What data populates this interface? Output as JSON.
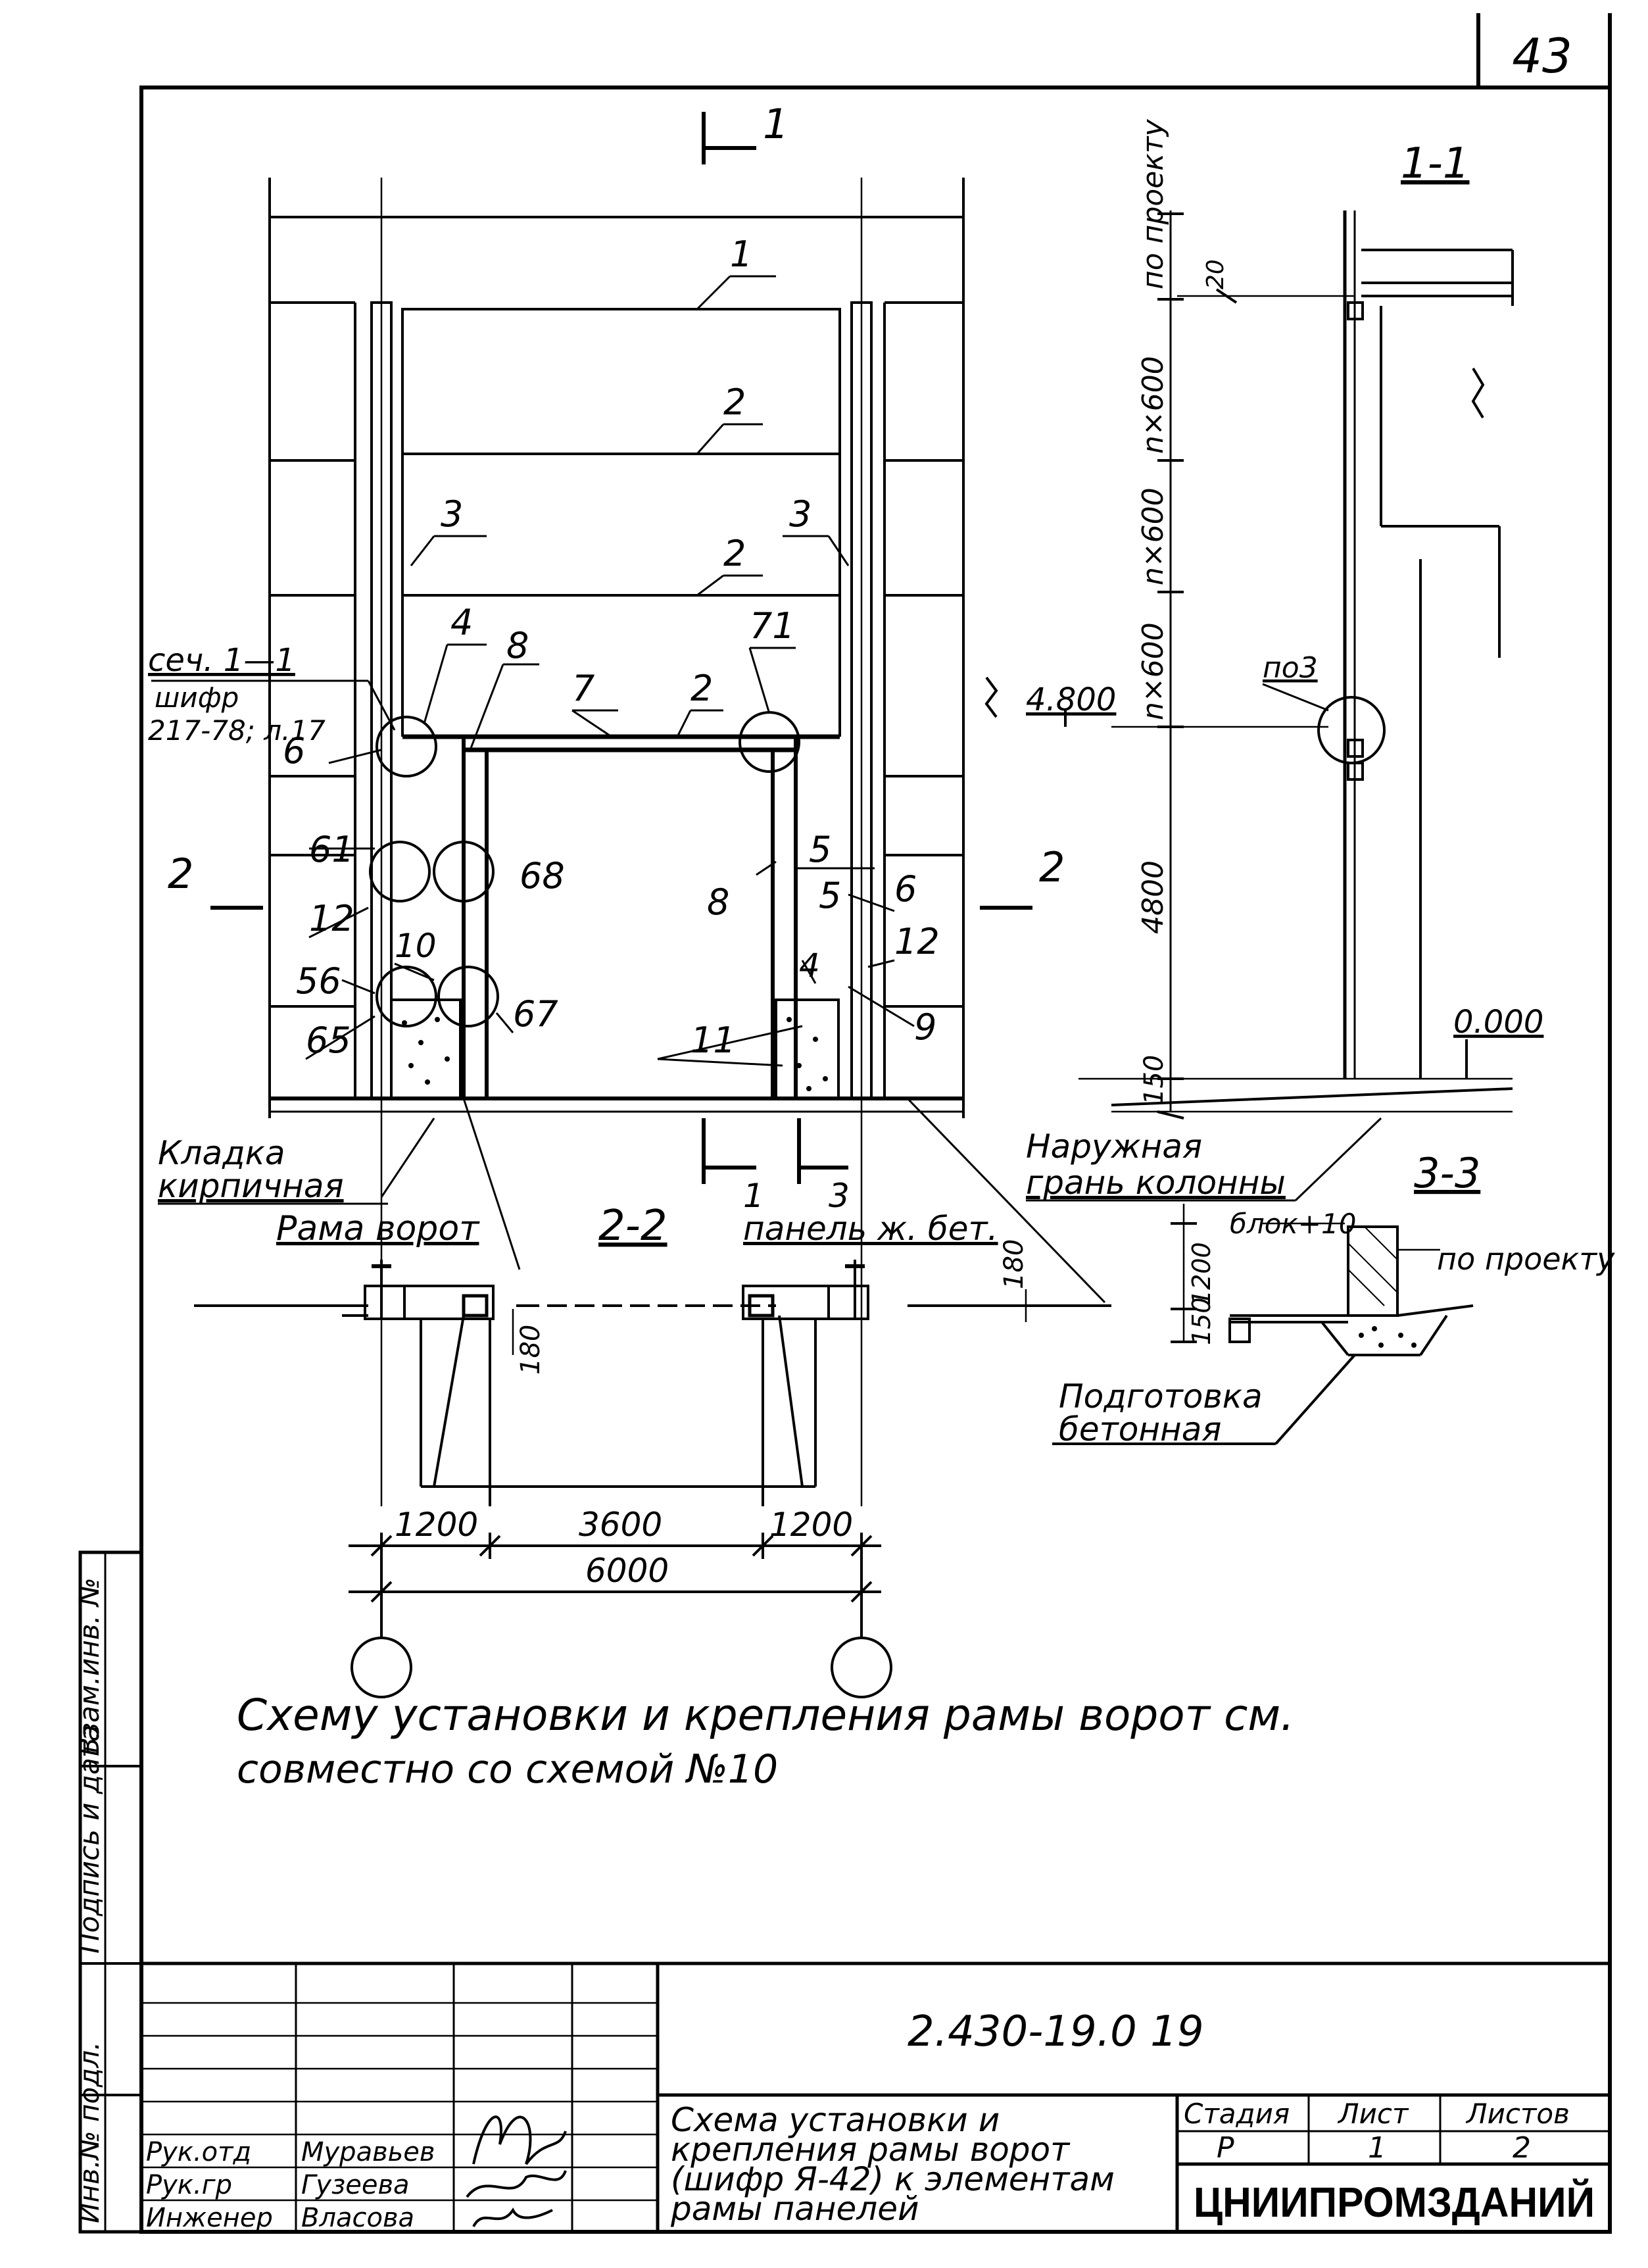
{
  "page_number": "43",
  "section_labels": {
    "s1_top": "1",
    "s1_bottom": "1",
    "s2_left": "2",
    "s2_right": "2",
    "s3_bottom": "3",
    "s1_1_title": "1-1",
    "s2_2_title": "2-2",
    "s3_3_title": "3-3"
  },
  "elevation_callouts": {
    "c1": "1",
    "c2a": "2",
    "c2b": "2",
    "c2c": "2",
    "c3a": "3",
    "c3b": "3",
    "c4a": "4",
    "c4b": "4",
    "c5a": "5",
    "c5b": "5",
    "c6a": "6",
    "c6b": "6",
    "c7": "7",
    "c8a": "8",
    "c8b": "8",
    "c9": "9",
    "c10": "10",
    "c11": "11",
    "c12a": "12",
    "c12b": "12",
    "n56": "56",
    "n61": "61",
    "n65": "65",
    "n67": "67",
    "n68": "68",
    "n71": "71"
  },
  "section_ref": {
    "line1": "сеч. 1—1",
    "line2": "шифр",
    "line3": "217-78; л.17"
  },
  "labels": {
    "kladka_1": "Кладка",
    "kladka_2": "кирпичная",
    "rama_vorot": "Рама ворот",
    "panel": "панель ж. бет.",
    "naruzhnaya_1": "Наружная",
    "naruzhnaya_2": "грань колонны",
    "podgotovka_1": "Подготовка",
    "podgotovka_2": "бетонная",
    "po_proektu_s33": "по проекту",
    "po3": "по3",
    "blok": "блок+10"
  },
  "dimensions_1_1": {
    "po_proektu": "по проекту",
    "d20": "20",
    "nx600_a": "n×600",
    "nx600_b": "n×600",
    "nx600_c": "n×600",
    "d4800": "4800",
    "d150": "150",
    "elev_4800": "4.800",
    "elev_0000": "0.000"
  },
  "dimensions_2_2": {
    "d180_a": "180",
    "d180_b": "180",
    "d1200_a": "1200",
    "d3600": "3600",
    "d1200_b": "1200",
    "d6000": "6000"
  },
  "dimensions_3_3": {
    "d1200": "1200",
    "d150": "150"
  },
  "note": {
    "line1": "Схему установки и крепления рамы ворот см.",
    "line2": "совместно со схемой №10"
  },
  "side_stamp": {
    "vzam": "Взам.инв. №",
    "podpis": "Подпись и дата",
    "inv": "Инв.№ подл."
  },
  "title_block": {
    "doc_code": "2.430-19.0 19",
    "title_1": "Схема установки и",
    "title_2": "крепления рамы ворот",
    "title_3": "(шифр Я-42) к элементам",
    "title_4": "рамы панелей",
    "stage_h": "Стадия",
    "sheet_h": "Лист",
    "sheets_h": "Листов",
    "stage": "Р",
    "sheet": "1",
    "sheets": "2",
    "org": "ЦНИИПРОМЗДАНИЙ",
    "role_1": "Рук.отд",
    "name_1": "Муравьев",
    "role_2": "Рук.гр",
    "name_2": "Гузеева",
    "role_3": "Инженер",
    "name_3": "Власова"
  }
}
